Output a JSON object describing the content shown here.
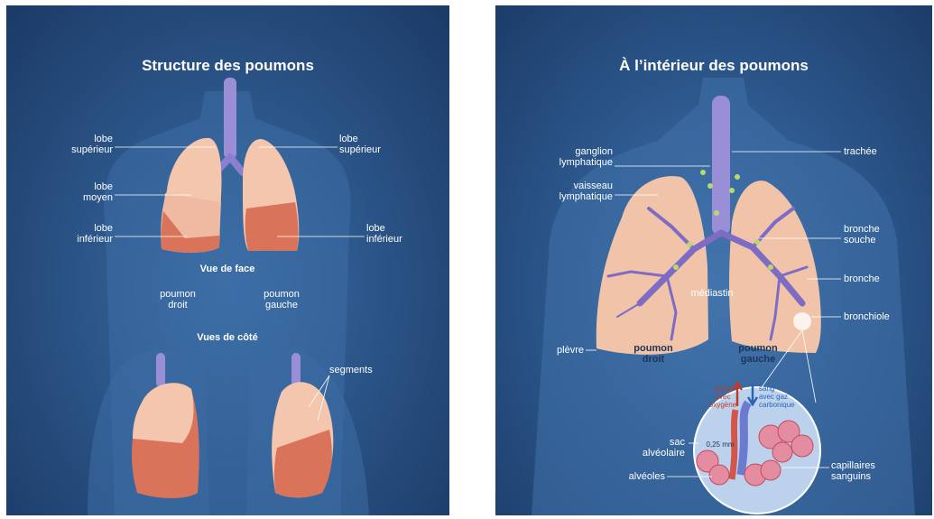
{
  "left": {
    "title": "Structure des poumons",
    "lobe_sup_left": "lobe\nsupérieur",
    "lobe_moyen": "lobe\nmoyen",
    "lobe_inf_left": "lobe\ninférieur",
    "lobe_sup_right": "lobe\nsupérieur",
    "lobe_inf_right": "lobe\ninférieur",
    "vue_face": "Vue de face",
    "poumon_droit": "poumon\ndroit",
    "poumon_gauche": "poumon\ngauche",
    "vues_cote": "Vues de côté",
    "segments": "segments"
  },
  "right": {
    "title": "À l’intérieur des poumons",
    "ganglion": "ganglion\nlymphatique",
    "vaisseau": "vaisseau\nlymphatique",
    "trachee": "trachée",
    "bronche_souche": "bronche\nsouche",
    "bronche": "bronche",
    "bronchiole": "bronchiole",
    "mediastin": "médiastin",
    "plevre": "plèvre",
    "poumon_droit": "poumon\ndroit",
    "poumon_gauche": "poumon\ngauche",
    "sang_oxygene": "sang\navec\noxygène",
    "sang_gaz": "sang\navec gaz\ncarbonique",
    "scale": "0,25 mm",
    "sac": "sac\nalvéolaire",
    "alveoles": "alvéoles",
    "capillaires": "capillaires\nsanguins"
  },
  "colors": {
    "lung_light": "#f3c6ad",
    "lung_dark": "#d9735a",
    "trachea": "#9a8fd6",
    "bronchi": "#7e6cc4",
    "node": "#b9d870"
  }
}
